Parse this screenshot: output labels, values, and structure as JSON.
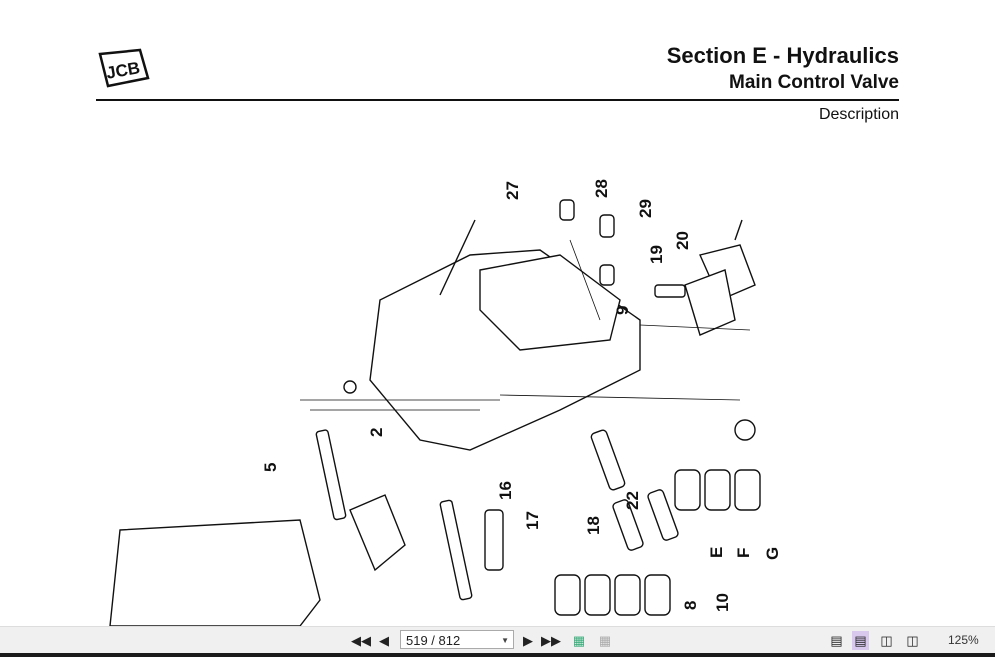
{
  "document": {
    "logo_text": "JCB",
    "section_title": "Section E - Hydraulics",
    "subsection_title": "Main Control Valve",
    "topic": "Description",
    "callouts": [
      "27",
      "28",
      "29",
      "19",
      "20",
      "9",
      "2",
      "5",
      "16",
      "17",
      "18",
      "22",
      "E",
      "F",
      "G",
      "8",
      "10"
    ]
  },
  "toolbar": {
    "page_display": "519 / 812",
    "zoom_level": "125%",
    "active_view": "single-page-continuous"
  }
}
